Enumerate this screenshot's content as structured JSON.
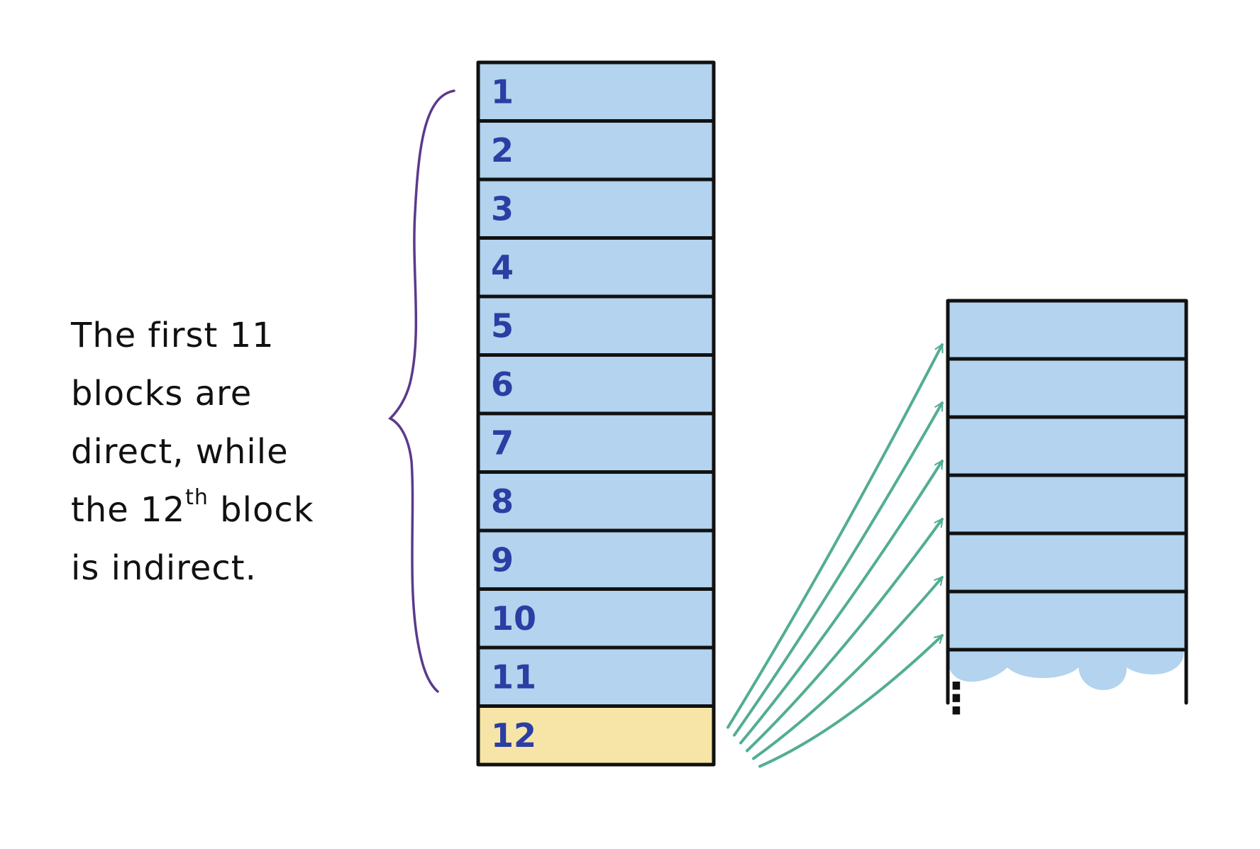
{
  "caption": {
    "line1": "The first 11",
    "line2": "blocks are",
    "line3": "direct, while",
    "line4_before": "the 12",
    "line4_sup": "th",
    "line4_after": "block",
    "line5": "is indirect."
  },
  "direct_blocks": [
    "1",
    "2",
    "3",
    "4",
    "5",
    "6",
    "7",
    "8",
    "9",
    "10",
    "11"
  ],
  "indirect_block": "12",
  "pointed_block_count": 6,
  "arrow_count": 6,
  "continuation": "⋮",
  "colors": {
    "block_fill": "#b3d3ee",
    "indirect_fill": "#f6e5a6",
    "outline": "#111111",
    "label": "#2a3ea3",
    "brace": "#5b3a8c",
    "arrow": "#52ad94"
  }
}
